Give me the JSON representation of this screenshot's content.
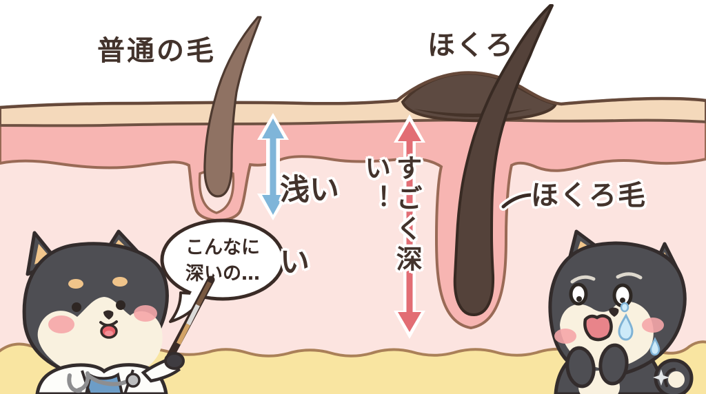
{
  "illustration": {
    "scene": "mole-hair-depth-comparison-diagram",
    "labels": {
      "normal_hair": "普通の毛",
      "mole": "ほくろ",
      "shallow_line1": "浅い",
      "shallow_line2": "い",
      "deep": "すごく深い！",
      "mole_hair": "ほくろ毛"
    },
    "speech_bubble": {
      "line1": "こんなに",
      "line2": "深いの…"
    },
    "characters": {
      "left": "doctor-shiba-inu",
      "right": "crying-shiba-inu"
    },
    "colors": {
      "shallow_arrow_blue": "#7fb5d9",
      "deep_arrow_red": "#e26d74",
      "epidermis_pink": "#f7b5b2",
      "dermis_pink": "#fce4e0",
      "skin_surface_cream": "#f4d9bb",
      "fat_yellow": "#f9e5a1",
      "mole_brown": "#5d4a41",
      "hair_brown": "#8f7263",
      "label_text": "#43332c"
    }
  }
}
